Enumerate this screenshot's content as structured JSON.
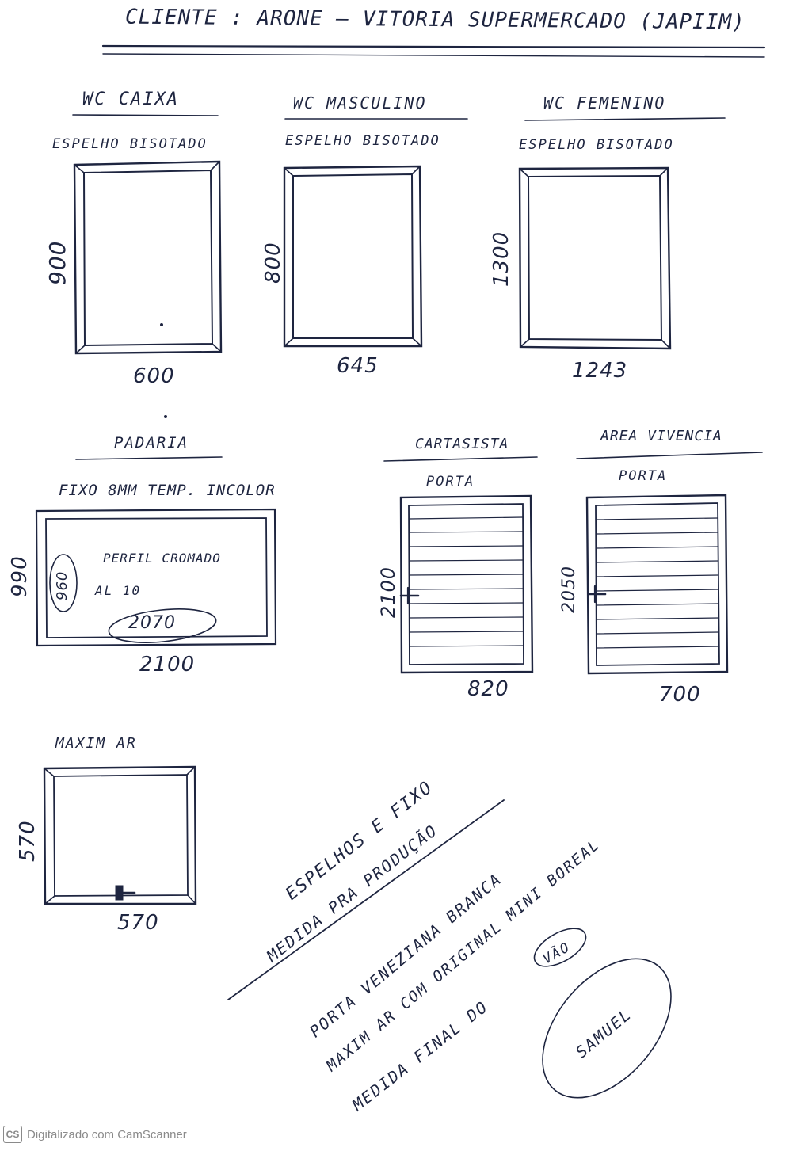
{
  "header": {
    "title": "CLIENTE : ARONE — VITORIA SUPERMERCADO (JAPIIM)"
  },
  "items": {
    "wc_caixa": {
      "title": "WC CAIXA",
      "subtitle": "ESPELHO BISOTADO",
      "height": "900",
      "width": "600"
    },
    "wc_masculino": {
      "title": "WC MASCULINO",
      "subtitle": "ESPELHO BISOTADO",
      "height": "800",
      "width": "645"
    },
    "wc_feminino": {
      "title": "WC FEMENINO",
      "subtitle": "ESPELHO BISOTADO",
      "height": "1300",
      "width": "1243"
    },
    "padaria": {
      "title": "PADARIA",
      "subtitle": "FIXO 8mm TEMP. INCOLOR",
      "height": "990",
      "width": "2100",
      "inner_height": "960",
      "inner_width": "2070",
      "profile": "PERFIL CROMADO",
      "profile_code": "AL 10"
    },
    "cartasista": {
      "title": "CARTASISTA",
      "subtitle": "PORTA",
      "height": "2100",
      "width": "820"
    },
    "area_vivencia": {
      "title": "AREA VIVENCIA",
      "subtitle": "PORTA",
      "height": "2050",
      "width": "700"
    },
    "maxim_ar": {
      "title": "MAXIM AR",
      "height": "570",
      "width": "570"
    }
  },
  "notes": {
    "line1": "ESPELHOS E FIXO",
    "line2": "MEDIDA PRA PRODUÇÃO",
    "line3": "PORTA VENEZIANA BRANCA",
    "line4": "MAXIM AR COM ORIGINAL MINI BOREAL",
    "line5": "MEDIDA FINAL DO",
    "badge": "VÃO",
    "signature": "SAMUEL"
  },
  "footer": {
    "logo": "CS",
    "text": "Digitalizado com CamScanner"
  },
  "colors": {
    "ink": "#1e2540",
    "footer": "#8a8a8a"
  }
}
